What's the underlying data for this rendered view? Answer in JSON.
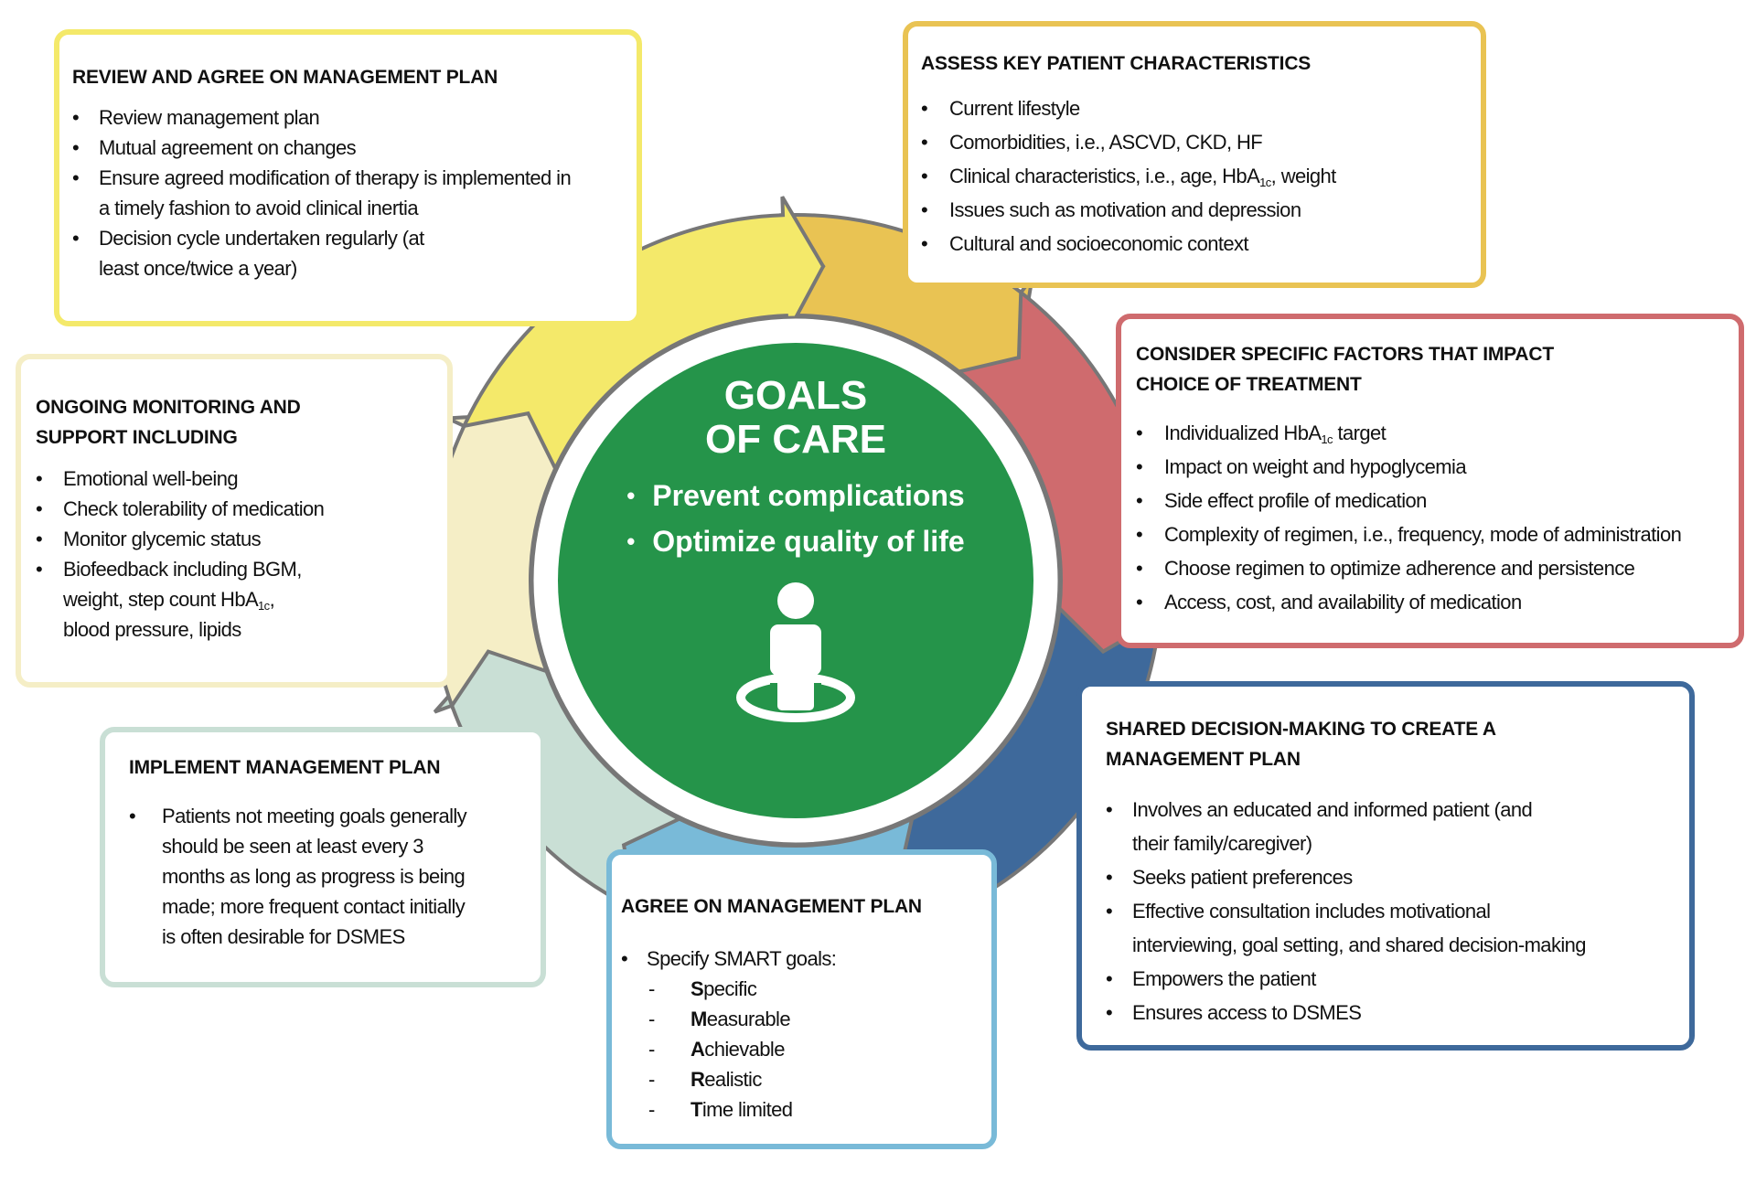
{
  "center": {
    "title_line1": "GOALS",
    "title_line2": "OF CARE",
    "goals": [
      "Prevent complications",
      "Optimize quality of life"
    ],
    "icon": "person-on-target-icon",
    "color": "#25944a"
  },
  "cycle_steps": [
    {
      "id": "assess",
      "title": "ASSESS KEY PATIENT CHARACTERISTICS",
      "color": "#e9c353",
      "items": [
        "Current lifestyle",
        "Comorbidities, i.e., ASCVD, CKD, HF",
        {
          "pre": "Clinical characteristics, i.e., age,  HbA",
          "sub": "1c",
          "post": ", weight"
        },
        "Issues such as motivation and depression",
        "Cultural and socioeconomic context"
      ]
    },
    {
      "id": "consider",
      "title_line1": "CONSIDER SPECIFIC FACTORS THAT IMPACT",
      "title_line2": "CHOICE OF TREATMENT",
      "color": "#cf6b6e",
      "items": [
        {
          "pre": "Individualized HbA",
          "sub": "1c",
          "post": " target"
        },
        "Impact on weight and hypoglycemia",
        "Side effect profile of medication",
        "Complexity of regimen, i.e., frequency, mode of administration",
        "Choose regimen to optimize adherence and persistence",
        "Access, cost, and availability of medication"
      ]
    },
    {
      "id": "shared",
      "title_line1": "SHARED DECISION-MAKING TO CREATE A",
      "title_line2": "MANAGEMENT PLAN",
      "color": "#3e699b",
      "items": [
        "Involves an educated and informed patient (and their family/caregiver)",
        "Seeks patient preferences",
        "Effective consultation includes motivational interviewing, goal setting, and shared decision-making",
        "Empowers the patient",
        "Ensures access to DSMES"
      ]
    },
    {
      "id": "agree",
      "title": "AGREE ON MANAGEMENT PLAN",
      "color": "#79bad8",
      "items": [
        "Specify SMART goals:"
      ],
      "smart": [
        {
          "letter": "S",
          "rest": "pecific"
        },
        {
          "letter": "M",
          "rest": "easurable"
        },
        {
          "letter": "A",
          "rest": "chievable"
        },
        {
          "letter": "R",
          "rest": "ealistic"
        },
        {
          "letter": "T",
          "rest": "ime limited"
        }
      ]
    },
    {
      "id": "implement",
      "title": "IMPLEMENT MANAGEMENT PLAN",
      "color": "#c9dfd5",
      "items": [
        "Patients not meeting goals generally should be seen at least every 3 months as long as progress is being made; more frequent contact initially is often desirable for DSMES"
      ]
    },
    {
      "id": "monitor",
      "title_line1": "ONGOING MONITORING AND",
      "title_line2": "SUPPORT INCLUDING",
      "color": "#f5eec6",
      "items": [
        "Emotional well-being",
        "Check tolerability of medication",
        "Monitor glycemic status",
        {
          "pre": "Biofeedback including BGM, weight, step count HbA",
          "sub": "1c",
          "post": ", blood pressure, lipids"
        }
      ]
    },
    {
      "id": "review",
      "title": "REVIEW AND AGREE ON MANAGEMENT PLAN",
      "color": "#f4e96a",
      "items": [
        "Review management plan",
        "Mutual agreement on changes",
        "Ensure agreed modification of therapy is implemented in a timely fashion to avoid clinical inertia",
        "Decision cycle undertaken regularly (at least once/twice a year)"
      ]
    }
  ],
  "ring_outline_color": "#777777"
}
